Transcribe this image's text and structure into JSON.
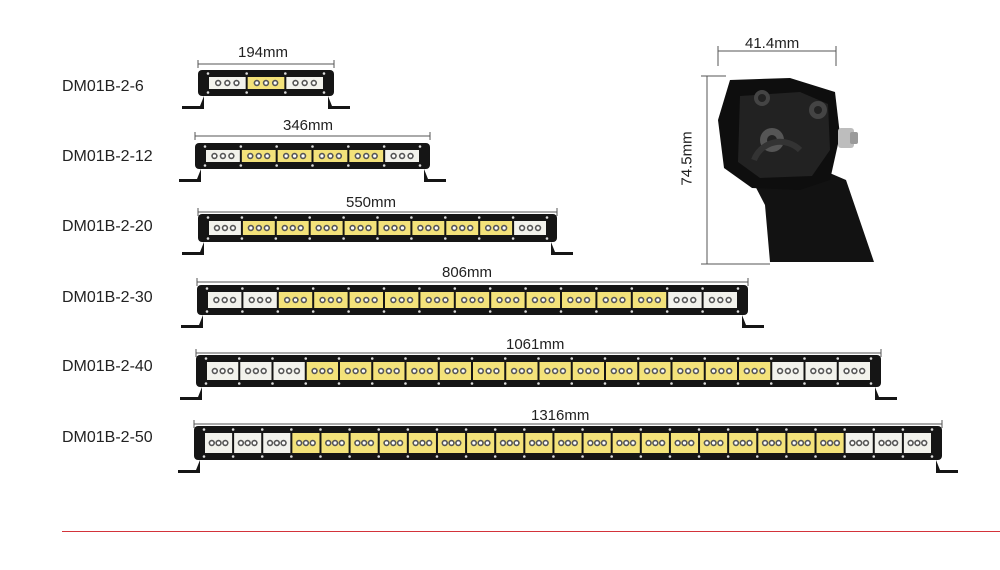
{
  "products": [
    {
      "model": "DM01B-2-6",
      "length": "194mm",
      "segments": 3
    },
    {
      "model": "DM01B-2-12",
      "length": "346mm",
      "segments": 6
    },
    {
      "model": "DM01B-2-20",
      "length": "550mm",
      "segments": 10
    },
    {
      "model": "DM01B-2-30",
      "length": "806mm",
      "segments": 15
    },
    {
      "model": "DM01B-2-40",
      "length": "1061mm",
      "segments": 20
    },
    {
      "model": "DM01B-2-50",
      "length": "1316mm",
      "segments": 25
    }
  ],
  "side_view": {
    "width": "41.4mm",
    "height": "74.5mm"
  },
  "colors": {
    "body": "#151515",
    "led_white": "#f2f2ec",
    "led_yellow": "#f3e27a",
    "divider": "#d3333a",
    "dimension_line": "#555555"
  }
}
